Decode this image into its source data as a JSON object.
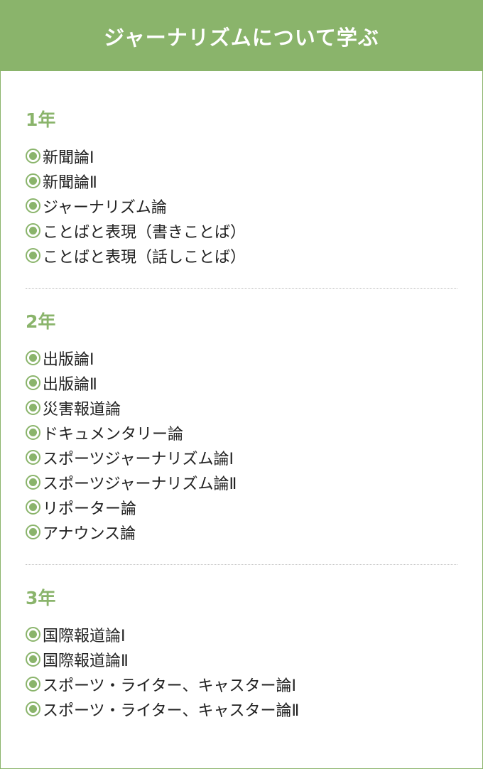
{
  "header": {
    "title": "ジャーナリズムについて学ぶ"
  },
  "bullet_icon": "circle-bullet-icon",
  "colors": {
    "accent": "#8ab46b",
    "text": "#222222",
    "divider": "#b8b8b8"
  },
  "sections": [
    {
      "year": "1年",
      "courses": [
        "新聞論Ⅰ",
        "新聞論Ⅱ",
        "ジャーナリズム論",
        "ことばと表現（書きことば）",
        "ことばと表現（話しことば）"
      ]
    },
    {
      "year": "2年",
      "courses": [
        "出版論Ⅰ",
        "出版論Ⅱ",
        "災害報道論",
        "ドキュメンタリー論",
        "スポーツジャーナリズム論Ⅰ",
        "スポーツジャーナリズム論Ⅱ",
        "リポーター論",
        "アナウンス論"
      ]
    },
    {
      "year": "3年",
      "courses": [
        "国際報道論Ⅰ",
        "国際報道論Ⅱ",
        "スポーツ・ライター、キャスター論Ⅰ",
        "スポーツ・ライター、キャスター論Ⅱ"
      ]
    }
  ]
}
